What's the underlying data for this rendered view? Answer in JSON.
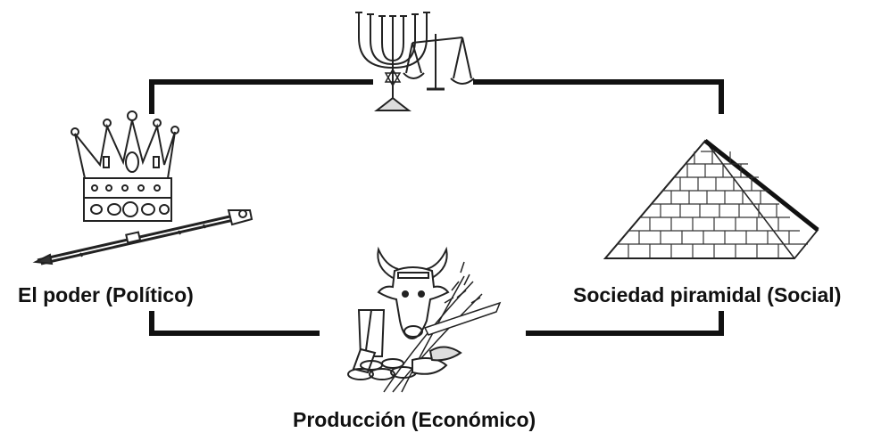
{
  "diagram": {
    "labels": {
      "political": "El poder (Político)",
      "social": "Sociedad piramidal (Social)",
      "economic": "Producción (Económico)"
    },
    "icons": {
      "top": "menorah-and-scales-icon",
      "left": "crown-and-scepter-icon",
      "right": "pyramid-icon",
      "bottom": "bull-wheat-and-produce-icon"
    },
    "colors": {
      "line": "#111111",
      "background": "#ffffff"
    }
  }
}
